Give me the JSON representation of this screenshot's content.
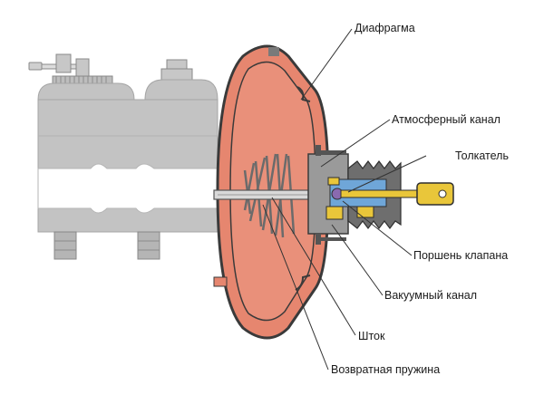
{
  "diagram": {
    "colors": {
      "master_cylinder": "#c3c3c3",
      "booster_shell": "#e6866f",
      "booster_outline": "#3a3a3a",
      "spring_rod": "#6b6b6b",
      "valve_body": "#7a7a7a",
      "valve_yellow": "#e9c63a",
      "valve_blue": "#6fa6d8",
      "leader_line": "#333333"
    },
    "labels": [
      {
        "id": "diaphragm",
        "text": "Диафрагма"
      },
      {
        "id": "atmospheric-channel",
        "text": "Атмосферный канал"
      },
      {
        "id": "pushrod",
        "text": "Толкатель"
      },
      {
        "id": "valve-piston",
        "text": "Поршень клапана"
      },
      {
        "id": "vacuum-channel",
        "text": "Вакуумный канал"
      },
      {
        "id": "rod",
        "text": "Шток"
      },
      {
        "id": "return-spring",
        "text": "Возвратная пружина"
      }
    ]
  }
}
